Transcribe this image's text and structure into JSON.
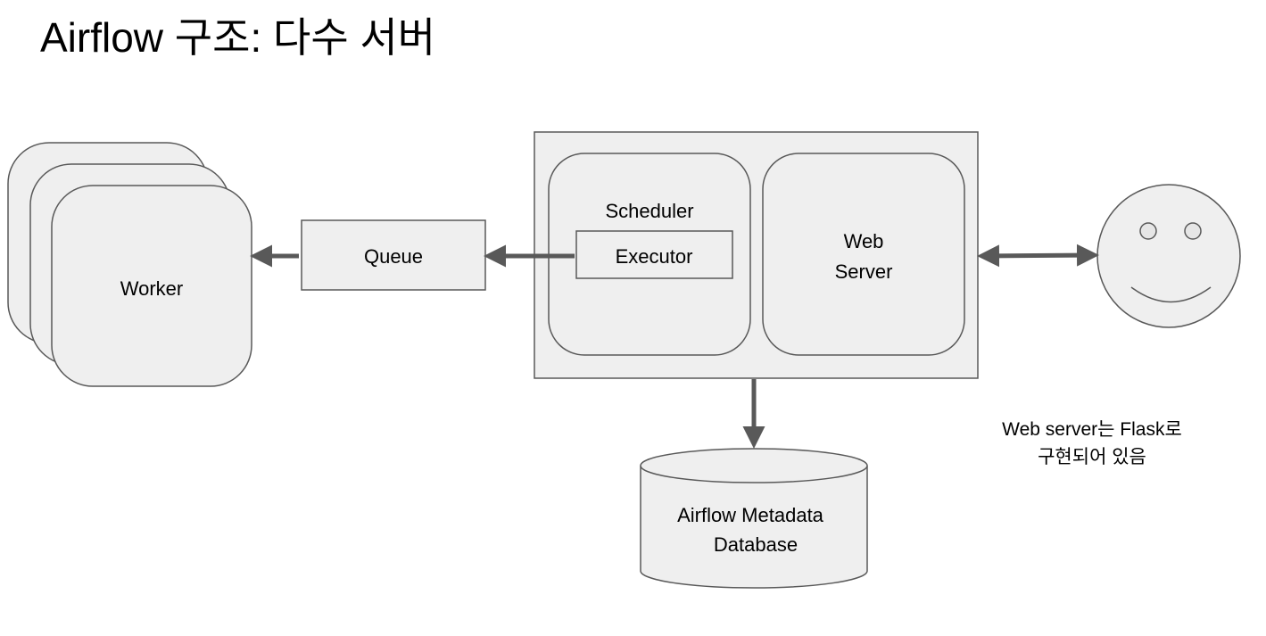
{
  "title": "Airflow 구조: 다수 서버",
  "nodes": {
    "worker": "Worker",
    "queue": "Queue",
    "scheduler": "Scheduler",
    "executor": "Executor",
    "web_server_line1": "Web",
    "web_server_line2": "Server",
    "database_line1": "Airflow Metadata",
    "database_line2": "Database"
  },
  "note": {
    "line1": "Web server는 Flask로",
    "line2": "구현되어 있음"
  },
  "colors": {
    "fill": "#efefef",
    "stroke": "#595959",
    "arrow": "#595959"
  }
}
